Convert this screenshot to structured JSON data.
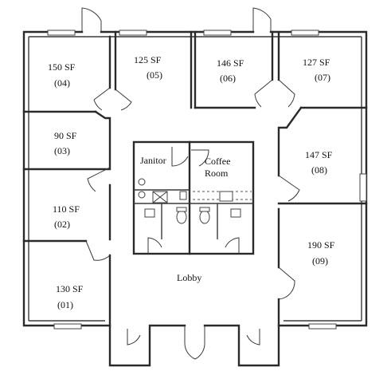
{
  "rooms": [
    {
      "id": "04",
      "area": "150 SF",
      "number": "(04)"
    },
    {
      "id": "05",
      "area": "125 SF",
      "number": "(05)"
    },
    {
      "id": "06",
      "area": "146 SF",
      "number": "(06)"
    },
    {
      "id": "07",
      "area": "127 SF",
      "number": "(07)"
    },
    {
      "id": "03",
      "area": "90 SF",
      "number": "(03)"
    },
    {
      "id": "08",
      "area": "147 SF",
      "number": "(08)"
    },
    {
      "id": "02",
      "area": "110 SF",
      "number": "(02)"
    },
    {
      "id": "09",
      "area": "190 SF",
      "number": "(09)"
    },
    {
      "id": "01",
      "area": "130 SF",
      "number": "(01)"
    }
  ],
  "labels": {
    "janitor": "Janitor",
    "coffee_line1": "Coffee",
    "coffee_line2": "Room",
    "lobby": "Lobby"
  }
}
